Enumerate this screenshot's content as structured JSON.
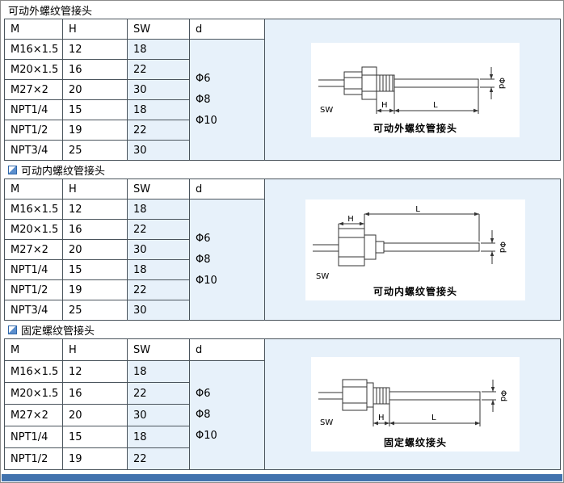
{
  "colors": {
    "cell_tint": "#e7f1fa",
    "footer_bar": "#4273ae",
    "bullet_blue": "#2f66a8"
  },
  "sections": [
    {
      "title": "可动外螺纹管接头",
      "table": {
        "headers": [
          "M",
          "H",
          "SW",
          "d"
        ],
        "rows": [
          [
            "M16×1.5",
            "12",
            "18"
          ],
          [
            "M20×1.5",
            "16",
            "22"
          ],
          [
            "M27×2",
            "20",
            "30"
          ],
          [
            "NPT1/4",
            "15",
            "18"
          ],
          [
            "NPT1/2",
            "19",
            "22"
          ],
          [
            "NPT3/4",
            "25",
            "30"
          ]
        ],
        "d_values": [
          "Φ6",
          "Φ8",
          "Φ10"
        ]
      },
      "diagram": {
        "caption": "可动外螺纹管接头",
        "labels": {
          "sw": "SW",
          "h": "H",
          "l": "L",
          "d": "Φd"
        }
      }
    },
    {
      "title": "可动内螺纹管接头",
      "table": {
        "headers": [
          "M",
          "H",
          "SW",
          "d"
        ],
        "rows": [
          [
            "M16×1.5",
            "12",
            "18"
          ],
          [
            "M20×1.5",
            "16",
            "22"
          ],
          [
            "M27×2",
            "20",
            "30"
          ],
          [
            "NPT1/4",
            "15",
            "18"
          ],
          [
            "NPT1/2",
            "19",
            "22"
          ],
          [
            "NPT3/4",
            "25",
            "30"
          ]
        ],
        "d_values": [
          "Φ6",
          "Φ8",
          "Φ10"
        ]
      },
      "diagram": {
        "caption": "可动内螺纹管接头",
        "labels": {
          "sw": "SW",
          "h": "H",
          "l": "L",
          "d": "Φd"
        }
      }
    },
    {
      "title": "固定螺纹管接头",
      "table": {
        "headers": [
          "M",
          "H",
          "SW",
          "d"
        ],
        "rows": [
          [
            "M16×1.5",
            "12",
            "18"
          ],
          [
            "M20×1.5",
            "16",
            "22"
          ],
          [
            "M27×2",
            "20",
            "30"
          ],
          [
            "NPT1/4",
            "15",
            "18"
          ],
          [
            "NPT1/2",
            "19",
            "22"
          ]
        ],
        "d_values": [
          "Φ6",
          "Φ8",
          "Φ10"
        ]
      },
      "diagram": {
        "caption": "固定螺纹接头",
        "labels": {
          "sw": "SW",
          "h": "H",
          "l": "L",
          "d": "Φd"
        }
      }
    }
  ]
}
